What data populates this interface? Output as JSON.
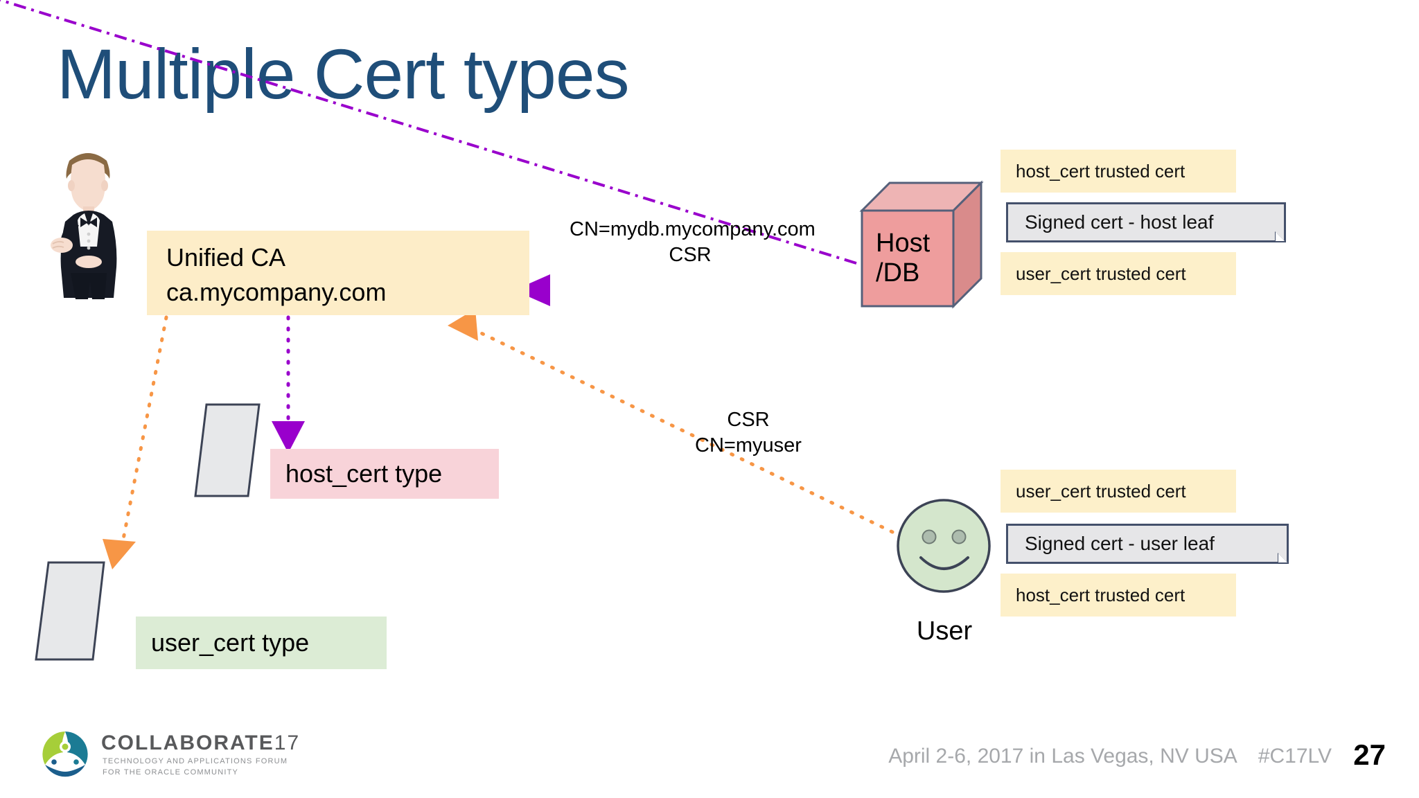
{
  "slide": {
    "title": "Multiple Cert types",
    "title_color": "#1f4e79",
    "background": "#ffffff"
  },
  "ca": {
    "name": "Unified CA",
    "host": "ca.mycompany.com",
    "fill": "#fdedc8"
  },
  "actors": {
    "butler_icon": "butler-figure",
    "host": {
      "line1": "Host",
      "line2": "/DB",
      "fill": "#e79c9c",
      "icon": "cube-icon"
    },
    "user": {
      "label": "User",
      "fill": "#d4e6cc",
      "icon": "smiley-face-icon"
    }
  },
  "host_certs": [
    {
      "text": "host_cert trusted cert",
      "style": "cream"
    },
    {
      "text": "Signed cert - host leaf",
      "style": "gray"
    },
    {
      "text": "user_cert trusted cert",
      "style": "cream"
    }
  ],
  "user_certs": [
    {
      "text": "user_cert trusted cert",
      "style": "cream"
    },
    {
      "text": "Signed cert - user leaf",
      "style": "gray"
    },
    {
      "text": "host_cert trusted cert",
      "style": "cream"
    }
  ],
  "cert_types": [
    {
      "label": "host_cert type",
      "fill": "#f8d3d9"
    },
    {
      "label": "user_cert type",
      "fill": "#dcecd5"
    }
  ],
  "connectors": [
    {
      "name": "host-to-ca",
      "caption_line1": "CN=mydb.mycompany.com",
      "caption_line2": "CSR",
      "color": "#9900cc",
      "style": "dash-dot"
    },
    {
      "name": "user-to-ca",
      "caption_line1": "CSR",
      "caption_line2": "CN=myuser",
      "color": "#f79646",
      "style": "dotted"
    }
  ],
  "footer": {
    "logo_word": "COLLABORATE",
    "logo_year": "17",
    "logo_tagline_1": "TECHNOLOGY AND APPLICATIONS FORUM",
    "logo_tagline_2": "FOR THE ORACLE COMMUNITY",
    "event_info": "April 2-6, 2017 in Las Vegas, NV USA",
    "hashtag": "#C17LV",
    "page_number": "27"
  }
}
